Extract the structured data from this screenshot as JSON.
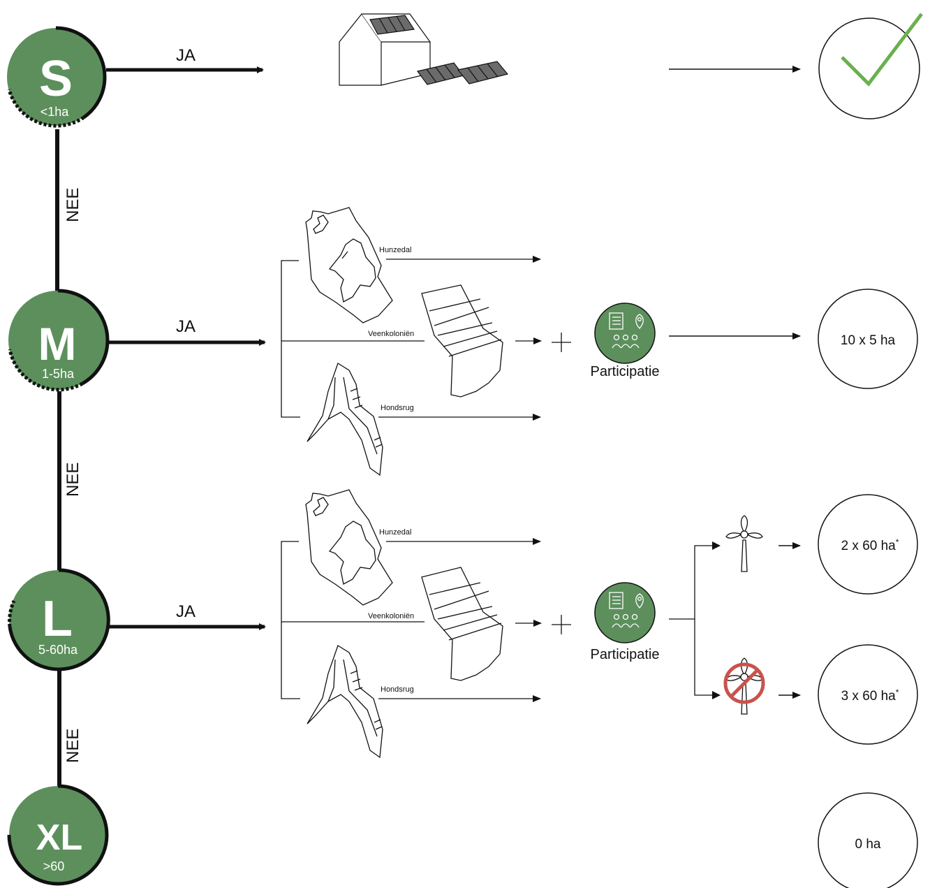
{
  "colors": {
    "green": "#5c8f5c",
    "check": "#6ab04c",
    "prohibited": "#c9524b",
    "line": "#111111"
  },
  "sizes": {
    "s": {
      "letter": "S",
      "sub": "<1ha"
    },
    "m": {
      "letter": "M",
      "sub": "1-5ha"
    },
    "l": {
      "letter": "L",
      "sub": "5-60ha"
    },
    "xl": {
      "letter": "XL",
      "sub": ">60"
    }
  },
  "labels": {
    "yes": "JA",
    "no": "NEE"
  },
  "regions": {
    "hunzedal": "Hunzedal",
    "veenkolonien": "Veenkoloniën",
    "hondsrug": "Hondsrug"
  },
  "participation": "Participatie",
  "results": {
    "m": "10 x 5 ha",
    "l_wind": "2 x 60 ha",
    "l_nowind": "3 x 60 ha",
    "asterisk": "*",
    "xl": "0 ha"
  },
  "icons": {
    "house": "house-with-solar-panels-icon",
    "check": "checkmark-icon",
    "participation": "participation-icon",
    "wind": "wind-turbine-icon",
    "no_wind": "no-wind-turbine-icon",
    "maps": "region-map-icon"
  }
}
